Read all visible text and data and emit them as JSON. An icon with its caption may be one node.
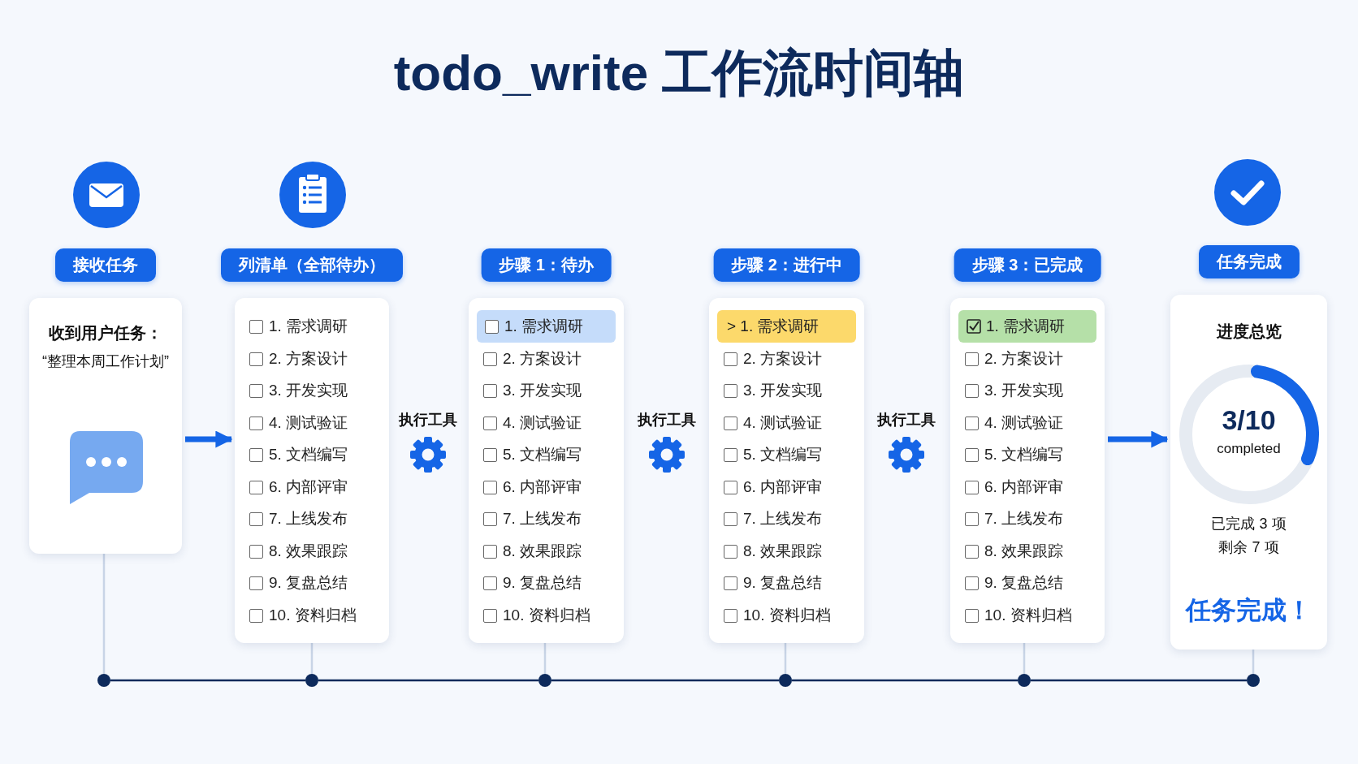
{
  "diagram": {
    "title": "todo_write 工作流时间轴",
    "nodes": [
      {
        "text": [
          "接收任务",
          "收到用户任务：",
          "“整理本周工作计划”"
        ]
      },
      {
        "text": [
          "列清单（全部待办）",
          "1. 需求调研",
          "2. 方案设计",
          "3. 开发实现",
          "4. 测试验证",
          "5. 文档编写",
          "6. 内部评审",
          "7. 上线发布",
          "8. 效果跟踪",
          "9. 复盘总结",
          "10. 资料归档"
        ]
      },
      {
        "text": [
          "步骤 1：待办",
          "2. 方案设计",
          "3. 开发实现",
          "4. 测试验证",
          "5. 文档编写",
          "6. 内部评审",
          "7. 上线发布",
          "8. 效果跟踪",
          "9. 复盘总结",
          "10. 资料归档"
        ]
      },
      {
        "text": [
          "1. 需求调研"
        ],
        "in": 2
      },
      {
        "text": [
          "步骤 2：进行中",
          "2. 方案设计",
          "3. 开发实现",
          "4. 测试验证",
          "5. 文档编写",
          "6. 内部评审",
          "7. 上线发布",
          "8. 效果跟踪",
          "9. 复盘总结",
          "10. 资料归档"
        ]
      },
      {
        "text": [
          "> 1. 需求调研"
        ],
        "in": 4
      },
      {
        "text": [
          "步骤 3：已完成",
          "2. 方案设计",
          "3. 开发实现",
          "4. 测试验证",
          "5. 文档编写",
          "6. 内部评审",
          "7. 上线发布",
          "8. 效果跟踪",
          "9. 复盘总结",
          "10. 资料归档"
        ]
      },
      {
        "text": [
          "1. 需求调研"
        ],
        "in": 6
      },
      {
        "text": [
          "任务完成",
          "进度总览",
          "3/10",
          "completed",
          "已完成 3 项",
          "剩余 7 项",
          "任务完成！"
        ]
      },
      {
        "text": [],
        "shape": "circle"
      },
      {
        "text": [],
        "shape": "circle"
      },
      {
        "text": [],
        "shape": "circle"
      },
      {
        "text": [],
        "shape": "circle"
      },
      {
        "text": [],
        "shape": "circle"
      },
      {
        "text": [],
        "shape": "circle"
      }
    ],
    "edges": [
      {
        "from": 0,
        "to": 1,
        "arrow": "to",
        "style": "thick",
        "color": "#1565e6"
      },
      {
        "from": 6,
        "to": 8,
        "arrow": "to",
        "style": "thick",
        "color": "#1565e6"
      },
      {
        "from": 0,
        "to": 9,
        "arrow": "none"
      },
      {
        "from": 1,
        "to": 10,
        "arrow": "none"
      },
      {
        "from": 2,
        "to": 11,
        "arrow": "none"
      },
      {
        "from": 4,
        "to": 12,
        "arrow": "none"
      },
      {
        "from": 6,
        "to": 13,
        "arrow": "none"
      },
      {
        "from": 8,
        "to": 14,
        "arrow": "none"
      },
      {
        "from": 9,
        "to": 10,
        "arrow": "none",
        "color": "#0d2a5c"
      },
      {
        "from": 10,
        "to": 11,
        "arrow": "none",
        "color": "#0d2a5c"
      },
      {
        "from": 11,
        "to": 12,
        "arrow": "none",
        "color": "#0d2a5c"
      },
      {
        "from": 12,
        "to": 13,
        "arrow": "none",
        "color": "#0d2a5c"
      },
      {
        "from": 13,
        "to": 14,
        "arrow": "none",
        "color": "#0d2a5c"
      }
    ],
    "labels": [
      "执行工具",
      "执行工具",
      "执行工具"
    ]
  }
}
